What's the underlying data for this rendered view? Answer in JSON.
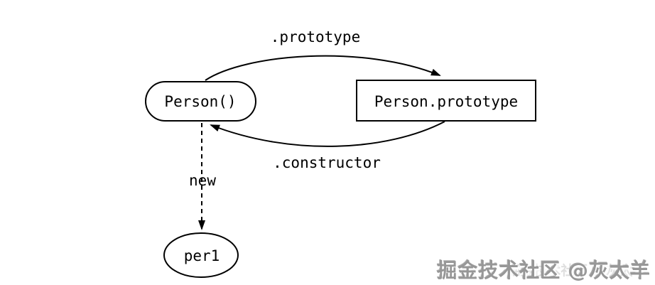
{
  "colors": {
    "background": "#ffffff",
    "line": "#000000",
    "text": "#000000",
    "watermark": "#979797"
  },
  "nodes": {
    "person": {
      "label": "Person()",
      "shape": "stadium"
    },
    "person_prototype": {
      "label": "Person.prototype",
      "shape": "rectangle"
    },
    "per1": {
      "label": "per1",
      "shape": "ellipse"
    }
  },
  "edges": {
    "prototype": {
      "label": ".prototype",
      "from": "person",
      "to": "person_prototype",
      "line": "solid-curve"
    },
    "constructor": {
      "label": ".constructor",
      "from": "person_prototype",
      "to": "person",
      "line": "solid-curve"
    },
    "new": {
      "label": "new",
      "from": "person",
      "to": "per1",
      "line": "dashed"
    }
  },
  "watermark": {
    "text": "掘金技术社区 @灰太羊"
  }
}
